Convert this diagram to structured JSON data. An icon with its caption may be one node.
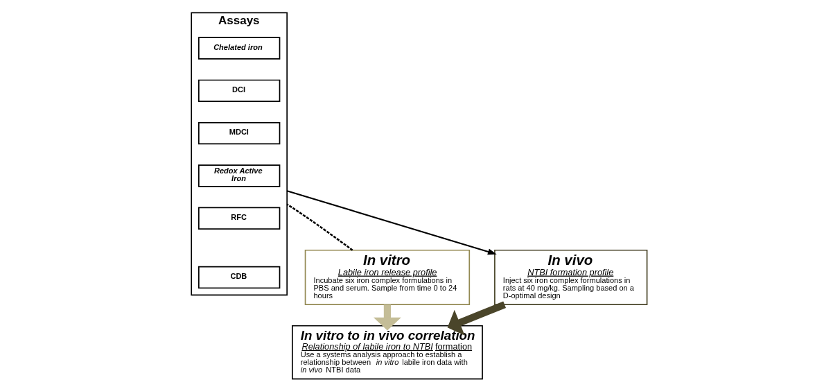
{
  "diagram": {
    "nodes": [
      {
        "text": [
          "In vitro",
          "Labile iron release profile",
          "Incubate six iron complex formulations in PBS and serum. Sample from time 0 to 24 hours"
        ]
      },
      {
        "text": [
          "Assays"
        ]
      },
      {
        "text": [
          "Chelated iron"
        ],
        "in": 1
      },
      {
        "text": [
          "DCI"
        ],
        "in": 1
      },
      {
        "text": [
          "MDCI"
        ],
        "in": 1
      },
      {
        "text": [
          "Redox Active Iron"
        ],
        "in": 1
      },
      {
        "text": [
          "RFC"
        ],
        "in": 1
      },
      {
        "text": [
          "CDB"
        ],
        "in": 1
      },
      {
        "text": [
          "In vivo",
          "NTBI formation profile",
          "Inject six iron complex formulations in rats at 40 mg/kg. Sampling based on a D-optimal design"
        ]
      },
      {
        "text": [
          "In vitro to in vivo correlation",
          "*Relationship of labile iron to NTBI* formation",
          "Use a systems analysis approach to establish a relationship between *in vitro* labile iron data with *in vivo* NTBI data"
        ]
      }
    ],
    "edges": [
      {
        "from": 0,
        "to": 1,
        "arrow": "none",
        "style": "dashed"
      },
      {
        "from": 1,
        "to": 8,
        "arrow": "to"
      },
      {
        "from": 0,
        "to": 9,
        "arrow": "to",
        "style": "thick",
        "color": "#c4bd97"
      },
      {
        "from": 8,
        "to": 9,
        "arrow": "to",
        "style": "thick",
        "color": "#4a452a"
      }
    ]
  }
}
